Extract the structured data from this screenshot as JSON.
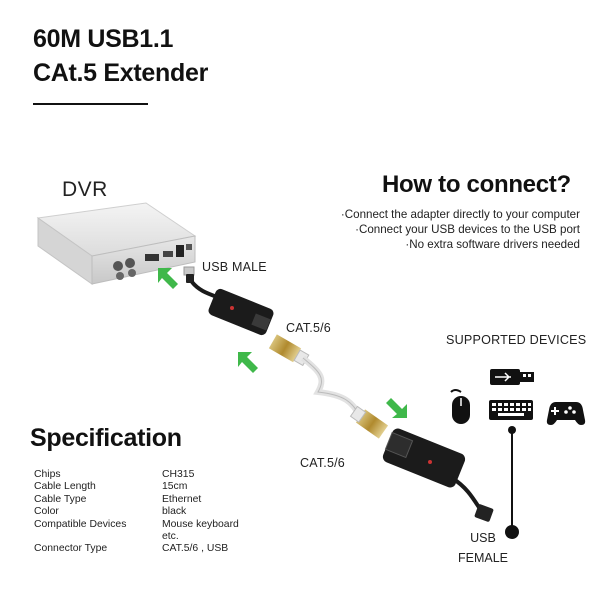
{
  "header": {
    "title_line1": "60M USB1.1",
    "title_line2": "CAt.5 Extender"
  },
  "diagram": {
    "dvr_label": "DVR",
    "usb_male_label": "USB MALE",
    "cat_top_label": "CAT.5/6",
    "cat_bottom_label": "CAT.5/6",
    "usb_female_label_line1": "USB",
    "usb_female_label_line2": "FEMALE",
    "arrow_color": "#3fb84a"
  },
  "how_to_connect": {
    "title": "How to connect?",
    "steps": [
      "·Connect the adapter directly to your computer",
      "·Connect your USB devices to the USB port",
      "·No extra software drivers needed"
    ]
  },
  "supported_devices": {
    "title": "SUPPORTED DEVICES",
    "icons": [
      "usb-flash-drive-icon",
      "mouse-icon",
      "keyboard-icon",
      "gamepad-icon"
    ]
  },
  "specification": {
    "title": "Specification",
    "rows": [
      {
        "key": "Chips",
        "value": "CH315"
      },
      {
        "key": "Cable Length",
        "value": "15cm"
      },
      {
        "key": "Cable Type",
        "value": "Ethernet"
      },
      {
        "key": "Color",
        "value": "black"
      },
      {
        "key": "Compatible Devices",
        "value": "Mouse keyboard"
      },
      {
        "key": "",
        "value": "etc."
      },
      {
        "key": "Connector Type",
        "value": "CAT.5/6 , USB"
      }
    ]
  }
}
